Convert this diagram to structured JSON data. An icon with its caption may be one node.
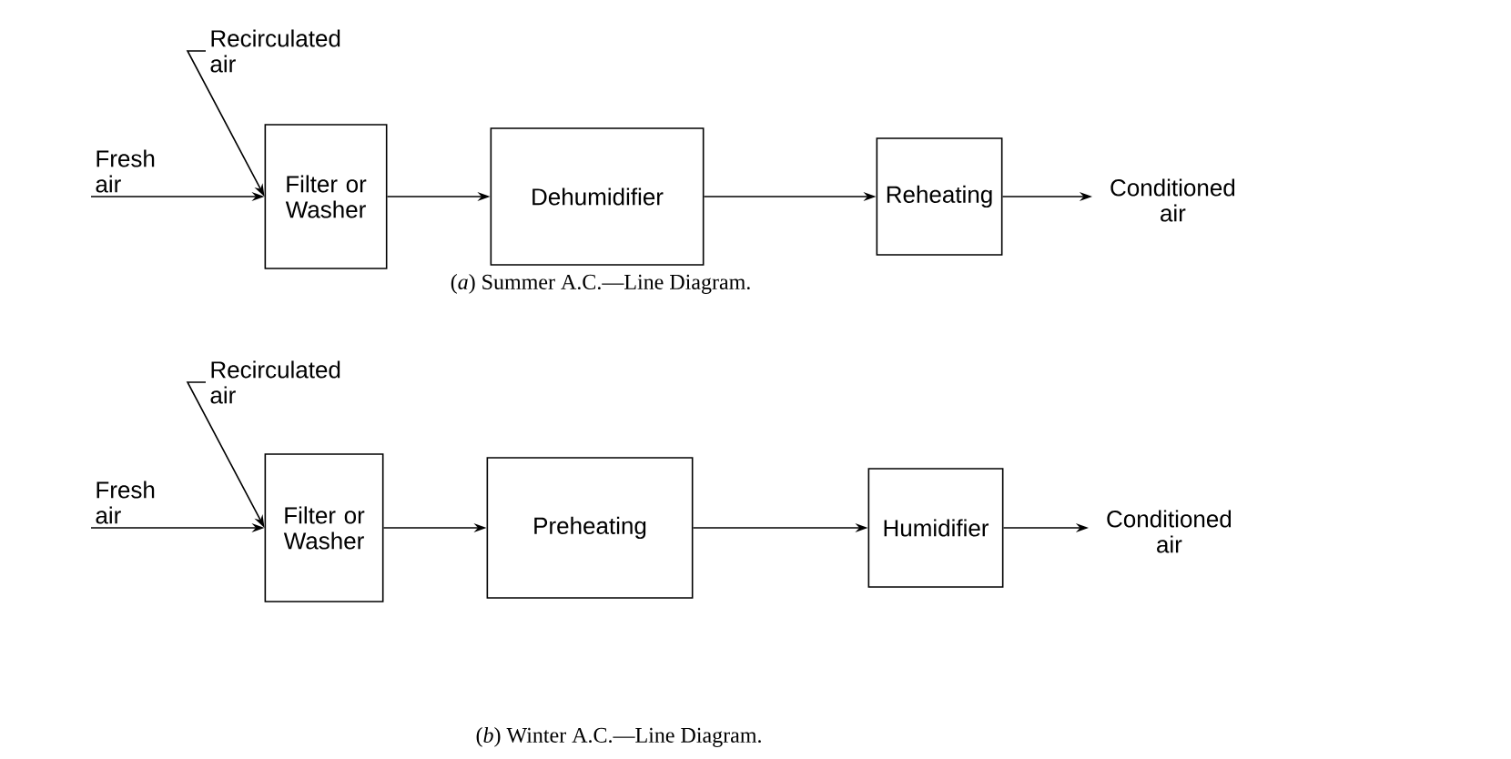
{
  "diagram": {
    "nodes": [
      {
        "text": [
          "Fresh air"
        ]
      },
      {
        "text": [
          "Recirculated air"
        ]
      },
      {
        "text": [
          "Filter or Washer"
        ]
      },
      {
        "text": [
          "Dehumidifier"
        ]
      },
      {
        "text": [
          "Reheating"
        ]
      },
      {
        "text": [
          "Conditioned air"
        ]
      },
      {
        "text": [
          "Fresh air"
        ]
      },
      {
        "text": [
          "Recirculated air"
        ]
      },
      {
        "text": [
          "Filter or Washer"
        ]
      },
      {
        "text": [
          "Preheating"
        ]
      },
      {
        "text": [
          "Humidifier"
        ]
      },
      {
        "text": [
          "Conditioned air"
        ]
      }
    ],
    "edges": [
      {
        "from": 0,
        "to": 2,
        "arrow": "to"
      },
      {
        "from": 1,
        "to": 2,
        "arrow": "to"
      },
      {
        "from": 2,
        "to": 3,
        "arrow": "to"
      },
      {
        "from": 3,
        "to": 4,
        "arrow": "to"
      },
      {
        "from": 4,
        "to": 5,
        "arrow": "to"
      },
      {
        "from": 6,
        "to": 8,
        "arrow": "to"
      },
      {
        "from": 7,
        "to": 8,
        "arrow": "to"
      },
      {
        "from": 8,
        "to": 9,
        "arrow": "to"
      },
      {
        "from": 9,
        "to": 10,
        "arrow": "to"
      },
      {
        "from": 10,
        "to": 11,
        "arrow": "to"
      }
    ],
    "labels": [
      "(*a*) Summer A.C.—Line Diagram.",
      "(*b*) Winter A.C.—Line Diagram."
    ]
  }
}
